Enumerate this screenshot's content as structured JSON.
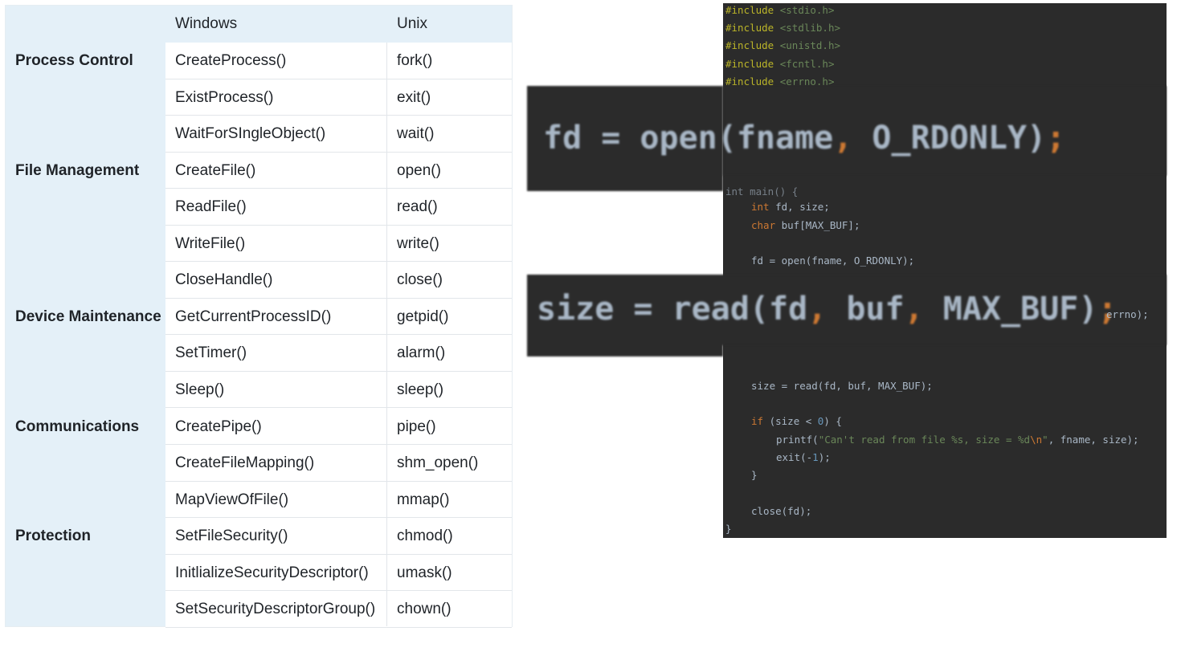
{
  "table": {
    "headers": {
      "windows": "Windows",
      "unix": "Unix"
    },
    "categories": [
      {
        "label": "Process Control",
        "row": 0
      },
      {
        "label": "File Management",
        "row": 3
      },
      {
        "label": "Device Maintenance",
        "row": 7
      },
      {
        "label": "Communications",
        "row": 10
      },
      {
        "label": "Protection",
        "row": 13
      }
    ],
    "rows": [
      {
        "windows": "CreateProcess()",
        "unix": "fork()"
      },
      {
        "windows": "ExistProcess()",
        "unix": "exit()"
      },
      {
        "windows": "WaitForSIngleObject()",
        "unix": "wait()"
      },
      {
        "windows": "CreateFile()",
        "unix": "open()"
      },
      {
        "windows": "ReadFile()",
        "unix": "read()"
      },
      {
        "windows": "WriteFile()",
        "unix": "write()"
      },
      {
        "windows": "CloseHandle()",
        "unix": "close()"
      },
      {
        "windows": "GetCurrentProcessID()",
        "unix": "getpid()"
      },
      {
        "windows": "SetTimer()",
        "unix": "alarm()"
      },
      {
        "windows": "Sleep()",
        "unix": "sleep()"
      },
      {
        "windows": "CreatePipe()",
        "unix": "pipe()"
      },
      {
        "windows": "CreateFileMapping()",
        "unix": "shm_open()"
      },
      {
        "windows": "MapViewOfFile()",
        "unix": "mmap()"
      },
      {
        "windows": "SetFileSecurity()",
        "unix": "chmod()"
      },
      {
        "windows": "InitlializeSecurityDescriptor()",
        "unix": "umask()"
      },
      {
        "windows": "SetSecurityDescriptorGroup()",
        "unix": "chown()"
      }
    ]
  },
  "code": {
    "includes": [
      {
        "directive": "#include",
        "header": "<stdio.h>"
      },
      {
        "directive": "#include",
        "header": "<stdlib.h>"
      },
      {
        "directive": "#include",
        "header": "<unistd.h>"
      },
      {
        "directive": "#include",
        "header": "<fcntl.h>"
      },
      {
        "directive": "#include",
        "header": "<errno.h>"
      }
    ],
    "partial_main": "int main() {",
    "decl_int_kw": "int",
    "decl_int_rest": " fd, size;",
    "decl_char_kw": "char",
    "decl_char_rest": " buf[MAX_BUF];",
    "open_line": "fd = open(fname, O_RDONLY);",
    "errno_tail": "errno);",
    "read_line": "size = read(fd, buf, MAX_BUF);",
    "if_kw": "if",
    "if_rest_a": " (size < ",
    "if_zero": "0",
    "if_rest_b": ") {",
    "printf_a": "printf(",
    "printf_str_a": "\"Can't read from file %s, size = %d",
    "printf_esc": "\\n",
    "printf_str_b": "\"",
    "printf_b": ", fname, size);",
    "exit_a": "exit(-",
    "exit_num": "1",
    "exit_b": ");",
    "close_brace": "}",
    "close_line": "close(fd);",
    "end_brace": "}"
  },
  "zoom": {
    "open_left": "fd = open(fname",
    "open_comma": ",",
    "open_right": " O_RDONLY)",
    "open_semi": ";",
    "read_left": "size = read(fd",
    "read_comma1": ",",
    "read_mid": " buf",
    "read_comma2": ",",
    "read_right": " MAX_BUF)",
    "read_semi": ";"
  }
}
